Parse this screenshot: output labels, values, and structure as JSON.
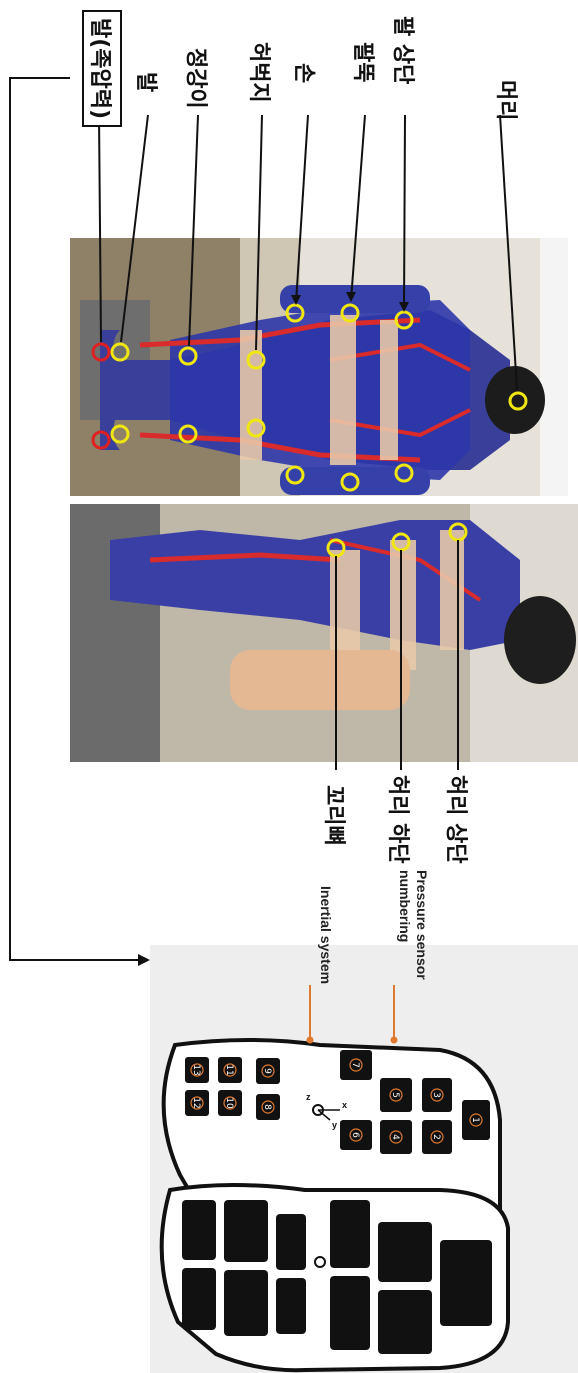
{
  "labels": {
    "head": "머리",
    "upper_arm": "팔 상단",
    "forearm": "팔뚝",
    "hand": "손",
    "thigh": "허벅지",
    "shin": "정강이",
    "foot": "발",
    "foot_pressure": "발(족압력)",
    "upper_waist": "허리 상단",
    "lower_waist": "허리 하단",
    "tailbone": "꼬리뼈"
  },
  "insole": {
    "pressure_label": "Pressure sensor numbering",
    "pressure_line1": "Pressure sensor",
    "pressure_line2": "numbering",
    "inertial_label": "Inertial system",
    "sensor_numbers": [
      "1",
      "2",
      "3",
      "4",
      "5",
      "6",
      "7",
      "8",
      "9",
      "10",
      "11",
      "12",
      "13"
    ],
    "axis_labels": [
      "x",
      "y",
      "z"
    ]
  },
  "colors": {
    "marker": "#f0e610",
    "foot_marker": "#e02020",
    "accent": "#e07a30",
    "panel": "#eeeeee"
  }
}
